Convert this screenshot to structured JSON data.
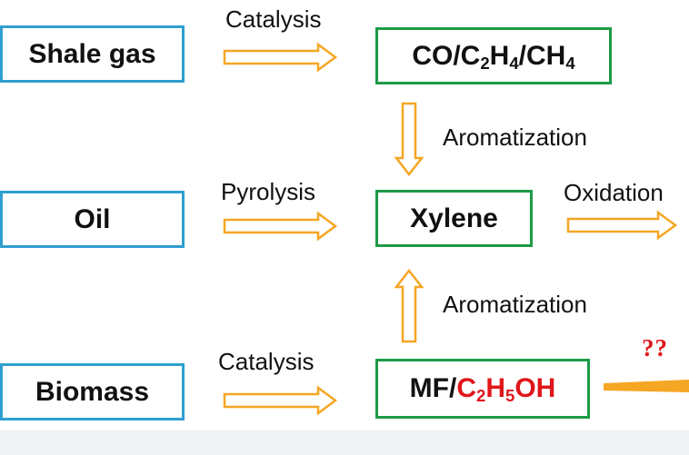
{
  "sources": {
    "shale_gas": "Shale gas",
    "oil": "Oil",
    "biomass": "Biomass"
  },
  "intermediates": {
    "top": {
      "p1": "CO/C",
      "s1": "2",
      "p2": "H",
      "s2": "4",
      "p3": "/CH",
      "s3": "4"
    },
    "bottom": {
      "p1": "MF/",
      "p2": "C",
      "s1": "2",
      "p3": "H",
      "s2": "5",
      "p4": "OH"
    }
  },
  "center": "Xylene",
  "processes": {
    "catalysis_top": "Catalysis",
    "pyrolysis": "Pyrolysis",
    "catalysis_bottom": "Catalysis",
    "aromatization_top": "Aromatization",
    "aromatization_bottom": "Aromatization",
    "oxidation": "Oxidation"
  },
  "unknown_route_mark": "??",
  "colors": {
    "source_border": "#2f9fd0",
    "product_border": "#1e9a47",
    "arrow_stroke": "#f5a623",
    "highlight_text": "#e0161b",
    "solid_arrow": "#f5a623"
  }
}
